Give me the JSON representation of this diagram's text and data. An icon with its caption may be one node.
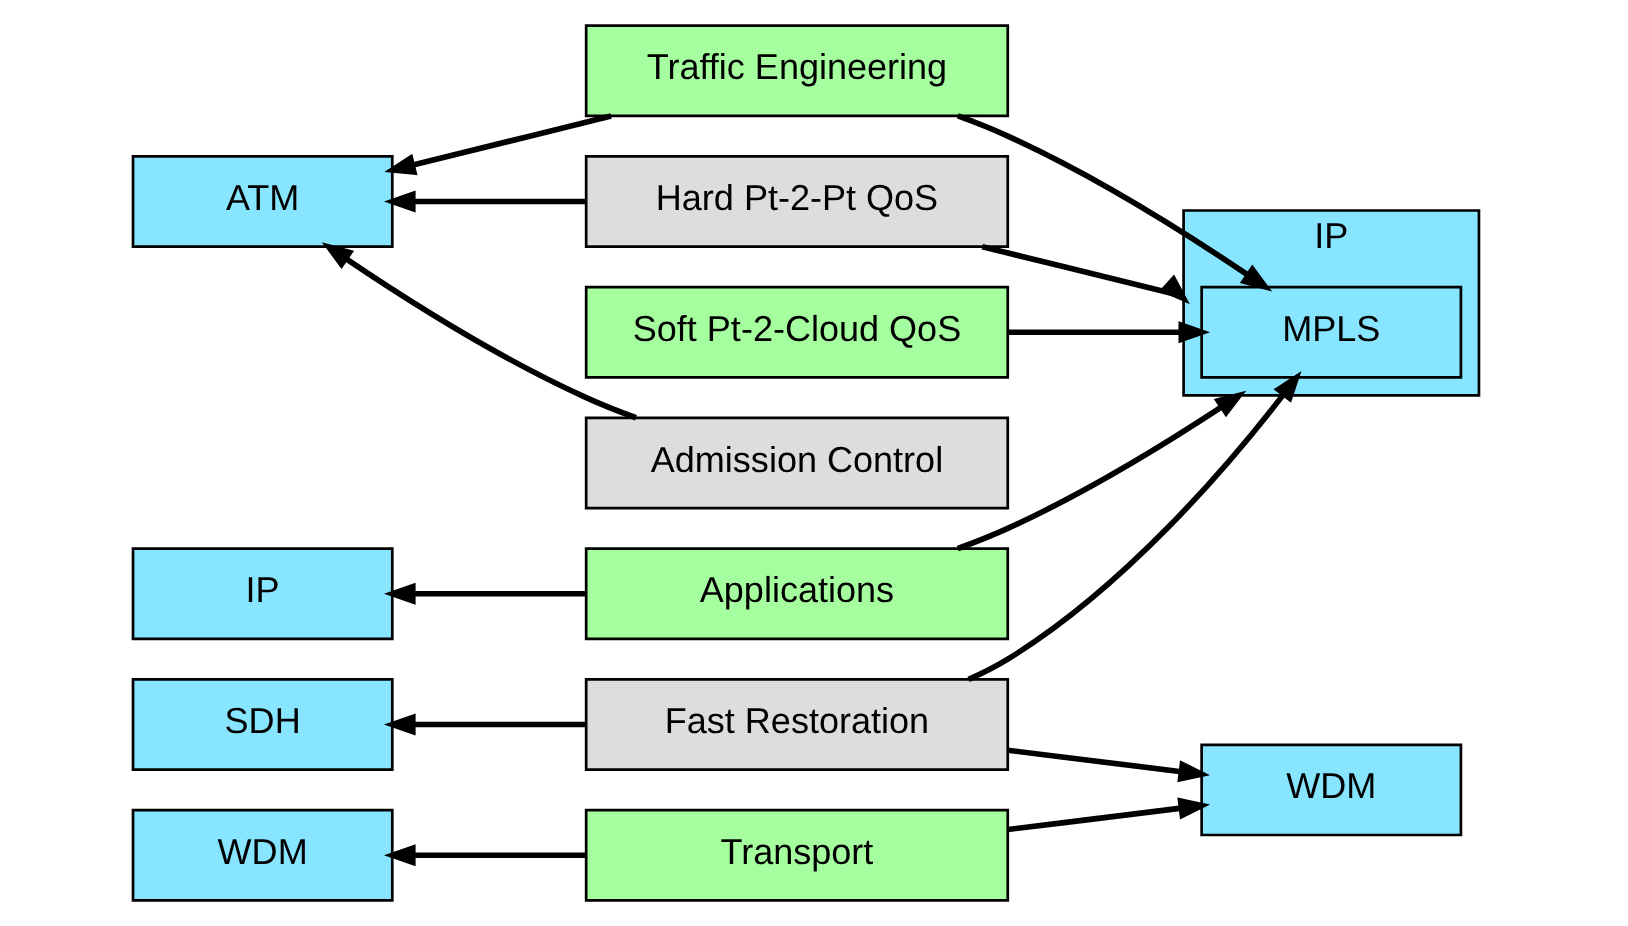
{
  "diagram": {
    "nodes": [
      {
        "text": [
          "IP"
        ]
      },
      {
        "text": [
          "ATM"
        ]
      },
      {
        "text": [
          "SDH"
        ]
      },
      {
        "text": [
          "WDM"
        ]
      },
      {
        "text": [
          "Applications"
        ]
      },
      {
        "text": [
          "Hard Pt-2-Pt QoS"
        ]
      },
      {
        "text": [
          "Soft Pt-2-Cloud QoS"
        ]
      },
      {
        "text": [
          "Admission Control"
        ]
      },
      {
        "text": [
          "Traffic Engineering"
        ]
      },
      {
        "text": [
          "Fast Restoration"
        ]
      },
      {
        "text": [
          "Transport"
        ]
      },
      {
        "text": [
          "IP"
        ]
      },
      {
        "text": [
          "MPLS"
        ],
        "in": 11
      },
      {
        "text": [
          "WDM"
        ]
      }
    ],
    "edges": [
      {
        "from": 4,
        "to": 0,
        "arrow": "to"
      },
      {
        "from": 5,
        "to": 1,
        "arrow": "to"
      },
      {
        "from": 7,
        "to": 1,
        "arrow": "to"
      },
      {
        "from": 8,
        "to": 1,
        "arrow": "to"
      },
      {
        "from": 9,
        "to": 2,
        "arrow": "to"
      },
      {
        "from": 10,
        "to": 3,
        "arrow": "to"
      },
      {
        "from": 4,
        "to": 11,
        "arrow": "to"
      },
      {
        "from": 5,
        "to": 11,
        "arrow": "to"
      },
      {
        "from": 6,
        "to": 12,
        "arrow": "to"
      },
      {
        "from": 8,
        "to": 12,
        "arrow": "to"
      },
      {
        "from": 9,
        "to": 12,
        "arrow": "to"
      },
      {
        "from": 9,
        "to": 13,
        "arrow": "to"
      },
      {
        "from": 10,
        "to": 13,
        "arrow": "to"
      }
    ]
  }
}
